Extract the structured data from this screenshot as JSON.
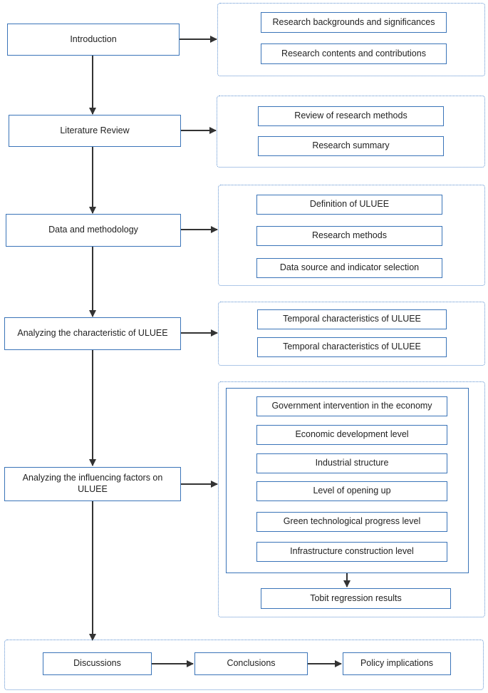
{
  "colors": {
    "box_border": "#3a74b8",
    "group_border": "#5b8fd0",
    "arrow": "#333333"
  },
  "steps": {
    "introduction": "Introduction",
    "literature_review": "Literature Review",
    "data_methodology": "Data and methodology",
    "characteristic": "Analyzing the characteristic of ULUEE",
    "influencing": "Analyzing the influencing factors on ULUEE"
  },
  "introduction_items": [
    "Research backgrounds and significances",
    "Research contents and contributions"
  ],
  "review_items": [
    "Review of research methods",
    "Research summary"
  ],
  "data_items": [
    "Definition of ULUEE",
    "Research methods",
    "Data source and indicator selection"
  ],
  "characteristic_items": [
    "Temporal characteristics of ULUEE",
    "Temporal characteristics of ULUEE"
  ],
  "factor_items": [
    "Government intervention in the economy",
    "Economic development level",
    "Industrial structure",
    "Level of opening up",
    "Green technological progress level",
    "Infrastructure construction level"
  ],
  "tobit": "Tobit regression results",
  "final_steps": [
    "Discussions",
    "Conclusions",
    "Policy implications"
  ]
}
